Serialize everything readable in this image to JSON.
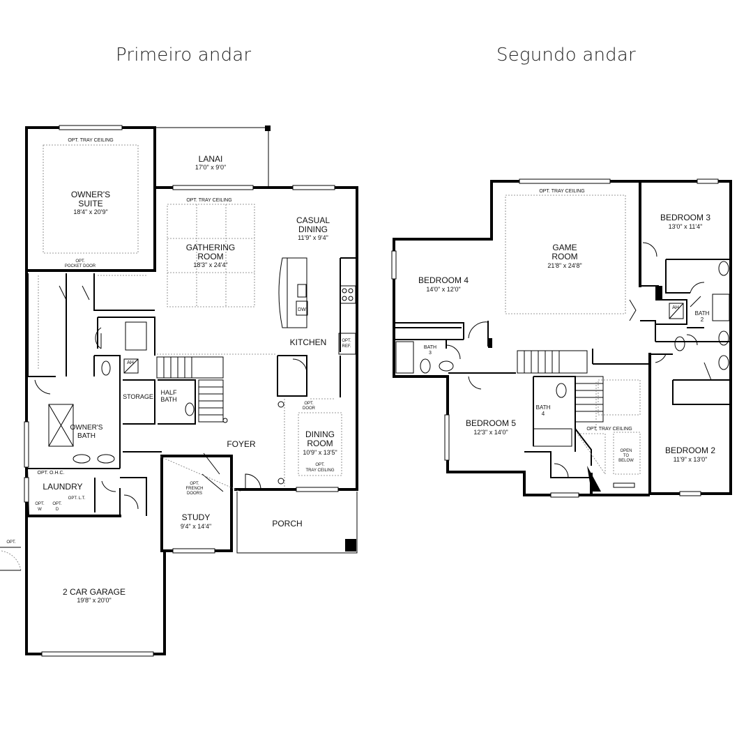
{
  "floors": {
    "first": {
      "title": "Primeiro andar"
    },
    "second": {
      "title": "Segundo andar"
    }
  },
  "first_floor": {
    "opt_tray_ceiling_1": "OPT. TRAY CEILING",
    "owners_suite": {
      "name_1": "OWNER'S",
      "name_2": "SUITE",
      "dims": "18'4\" x 20'9\""
    },
    "lanai": {
      "name": "LANAI",
      "dims": "17'0\" x 9'0\""
    },
    "opt_tray_ceiling_2": "OPT. TRAY CEILING",
    "casual_dining": {
      "name_1": "CASUAL",
      "name_2": "DINING",
      "dims": "11'9\" x 9'4\""
    },
    "gathering_room": {
      "name_1": "GATHERING",
      "name_2": "ROOM",
      "dims": "18'3\" x 24'4\""
    },
    "opt_pocket_door": {
      "line_1": "OPT.",
      "line_2": "POCKET DOOR"
    },
    "dw": "DW",
    "kitchen": "KITCHEN",
    "opt_ref": {
      "line_1": "OPT.",
      "line_2": "REF."
    },
    "ah": "AH",
    "storage": "STORAGE",
    "half_bath": {
      "line_1": "HALF",
      "line_2": "BATH"
    },
    "opt_door": {
      "line_1": "OPT.",
      "line_2": "DOOR"
    },
    "owners_bath": {
      "line_1": "OWNER'S",
      "line_2": "BATH"
    },
    "foyer": "FOYER",
    "dining_room": {
      "name_1": "DINING",
      "name_2": "ROOM",
      "dims": "10'9\" x 13'5\"",
      "opt_1": "OPT.",
      "opt_2": "TRAY CEILING"
    },
    "opt_french_doors": {
      "line_1": "OPT.",
      "line_2": "FRENCH",
      "line_3": "DOORS"
    },
    "opt_ohc": "OPT. O.H.C.",
    "laundry": "LAUNDRY",
    "opt_w": {
      "line_1": "OPT.",
      "line_2": "W"
    },
    "opt_d": {
      "line_1": "OPT.",
      "line_2": "D"
    },
    "opt_lt": "OPT. L.T.",
    "study": {
      "name": "STUDY",
      "dims": "9'4\" x 14'4\""
    },
    "porch": "PORCH",
    "opt_edge": "OPT.",
    "garage": {
      "name": "2 CAR GARAGE",
      "dims": "19'8\" x 20'0\""
    }
  },
  "second_floor": {
    "opt_tray_ceiling_1": "OPT. TRAY CEILING",
    "game_room": {
      "name_1": "GAME",
      "name_2": "ROOM",
      "dims": "21'8\" x 24'8\""
    },
    "bedroom_3": {
      "name": "BEDROOM 3",
      "dims": "13'0\" x 11'4\""
    },
    "bedroom_4": {
      "name": "BEDROOM 4",
      "dims": "14'0\" x 12'0\""
    },
    "ah": "AH",
    "bath_2": {
      "line_1": "BATH",
      "line_2": "2"
    },
    "bath_3": {
      "line_1": "BATH",
      "line_2": "3"
    },
    "bath_4": {
      "line_1": "BATH",
      "line_2": "4"
    },
    "bedroom_5": {
      "name": "BEDROOM 5",
      "dims": "12'3\" x 14'0\""
    },
    "opt_tray_ceiling_2": "OPT. TRAY CEILING",
    "open_to_below": {
      "line_1": "OPEN",
      "line_2": "TO",
      "line_3": "BELOW"
    },
    "bedroom_2": {
      "name": "BEDROOM 2",
      "dims": "11'9\" x 13'0\""
    }
  }
}
